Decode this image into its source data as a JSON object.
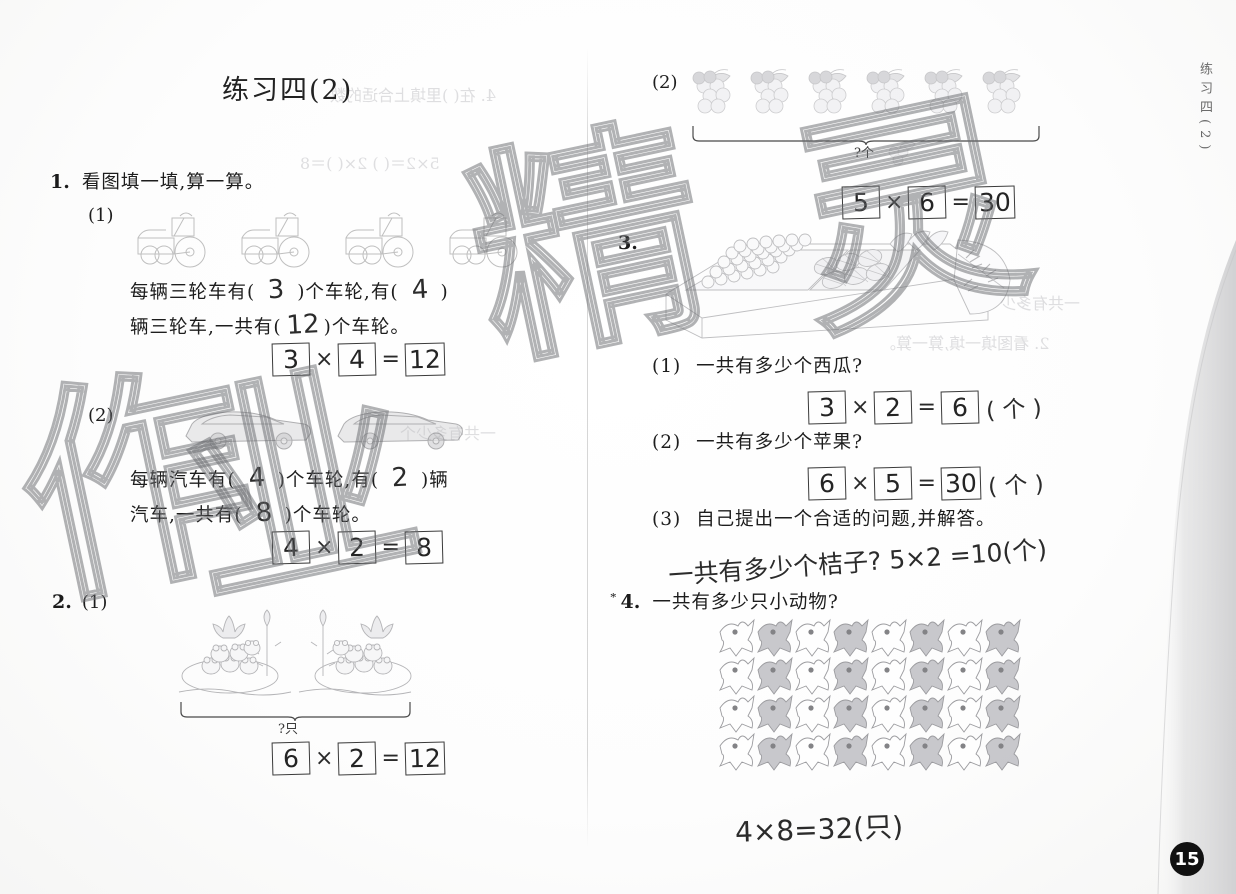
{
  "page": {
    "title": "练习四(2)",
    "margin_label": "练习四(2)",
    "page_number": "15",
    "watermark": "作业精灵"
  },
  "exercises": [
    {
      "number": "1.",
      "prompt": "看图填一填,算一算。",
      "parts": [
        {
          "label": "(1)",
          "picture": "tricycles",
          "picture_count": 4,
          "text_line1_a": "每辆三轮车有(",
          "text_line1_fill": "3",
          "text_line1_b": ")个车轮,有(",
          "text_line1_fill2": "4",
          "text_line1_c": ")",
          "text_line2_a": "辆三轮车,一共有(",
          "text_line2_fill": "12",
          "text_line2_b": ")个车轮。",
          "equation": {
            "a": "3",
            "op": "×",
            "b": "4",
            "eq": "=",
            "result": "12"
          }
        },
        {
          "label": "(2)",
          "picture": "cars",
          "picture_count": 2,
          "text_line1_a": "每辆汽车有(",
          "text_line1_fill": "4",
          "text_line1_b": ")个车轮,有(",
          "text_line1_fill2": "2",
          "text_line1_c": ")辆",
          "text_line2_a": "汽车,一共有(",
          "text_line2_fill": "8",
          "text_line2_b": ")个车轮。",
          "equation": {
            "a": "4",
            "op": "×",
            "b": "2",
            "eq": "=",
            "result": "8"
          }
        }
      ]
    },
    {
      "number": "2.",
      "parts": [
        {
          "label": "(1)",
          "picture": "frogs-on-lilypads",
          "groups": 2,
          "per_group": 6,
          "brace_label": "?只",
          "equation": {
            "a": "6",
            "op": "×",
            "b": "2",
            "eq": "=",
            "result": "12"
          }
        },
        {
          "label": "(2)",
          "picture": "grape-bunches",
          "groups": 6,
          "per_group": 5,
          "brace_label": "?个",
          "equation": {
            "a": "5",
            "op": "×",
            "b": "6",
            "eq": "=",
            "result": "30"
          }
        }
      ]
    },
    {
      "number": "3.",
      "picture": "fruit-stand",
      "parts": [
        {
          "label": "(1)",
          "question": "一共有多少个西瓜?",
          "equation": {
            "a": "3",
            "op": "×",
            "b": "2",
            "eq": "=",
            "result": "6",
            "unit": "( 个 )"
          }
        },
        {
          "label": "(2)",
          "question": "一共有多少个苹果?",
          "equation": {
            "a": "6",
            "op": "×",
            "b": "5",
            "eq": "=",
            "result": "30",
            "unit": "( 个 )"
          }
        },
        {
          "label": "(3)",
          "question": "自己提出一个合适的问题,并解答。",
          "handwritten_answer": "一共有多少个桔子?  5×2 =10(个)"
        }
      ]
    },
    {
      "number": "4.",
      "star": "*",
      "question": "一共有多少只小动物?",
      "picture": "animal-tessellation",
      "rows": 4,
      "cols": 8,
      "handwritten_answer": "4×8=32(只)"
    }
  ]
}
